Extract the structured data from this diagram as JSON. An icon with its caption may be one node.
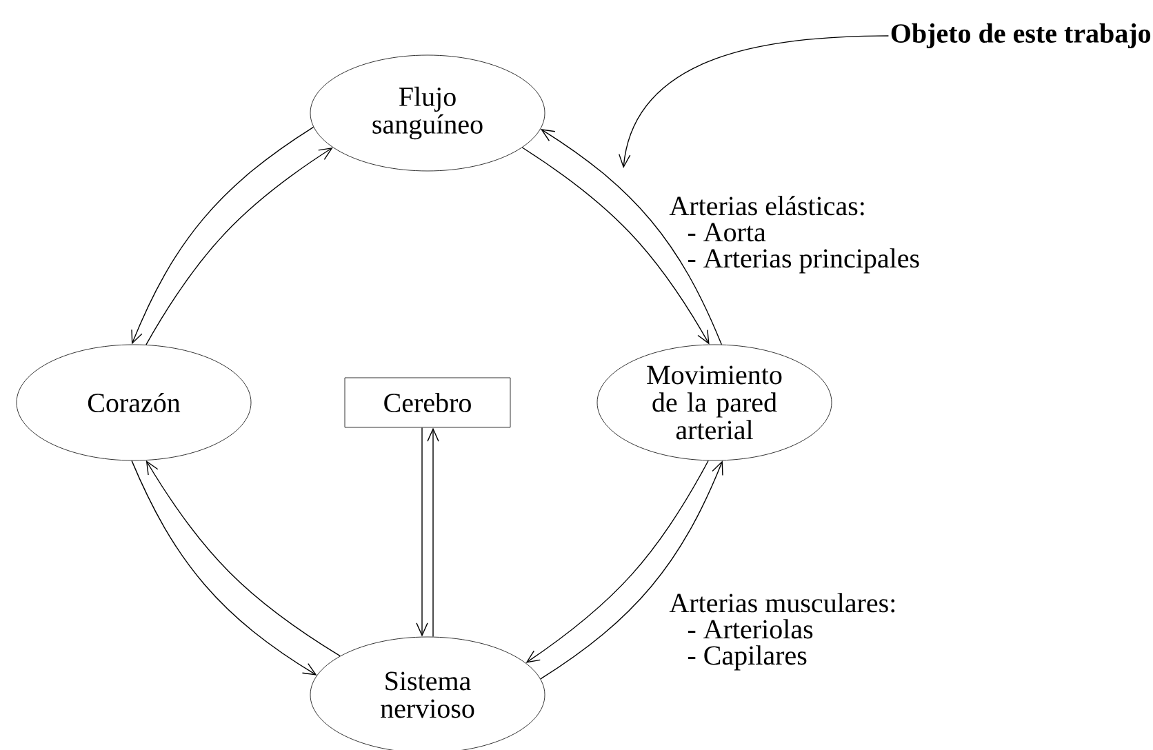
{
  "diagram": {
    "nodes": [
      {
        "text": [
          "Flujo sanguíneo"
        ]
      },
      {
        "text": [
          "Corazón"
        ]
      },
      {
        "text": [
          "Cerebro"
        ]
      },
      {
        "text": [
          "Movimiento de la pared arterial"
        ]
      },
      {
        "text": [
          "Sistema nervioso"
        ]
      },
      {
        "text": [
          "Objeto de este trabajo"
        ]
      }
    ],
    "edges": [
      {
        "from": 0,
        "to": 1,
        "arrow": "to"
      },
      {
        "from": 1,
        "to": 0,
        "arrow": "to"
      },
      {
        "from": 0,
        "to": 3,
        "arrow": "to"
      },
      {
        "from": 3,
        "to": 0,
        "arrow": "to"
      },
      {
        "from": 1,
        "to": 4,
        "arrow": "to"
      },
      {
        "from": 4,
        "to": 1,
        "arrow": "to"
      },
      {
        "from": 2,
        "to": 4,
        "arrow": "to"
      },
      {
        "from": 4,
        "to": 2,
        "arrow": "to"
      },
      {
        "from": 3,
        "to": 4,
        "arrow": "to"
      },
      {
        "from": 4,
        "to": 3,
        "arrow": "to"
      },
      {
        "from": 5,
        "to": null,
        "arrow": "to"
      }
    ],
    "labels": [
      "Arterias elásticas:",
      "- Aorta",
      "- Arterias principales",
      "Arterias musculares:",
      "- Arteriolas",
      "- Capilares"
    ]
  }
}
